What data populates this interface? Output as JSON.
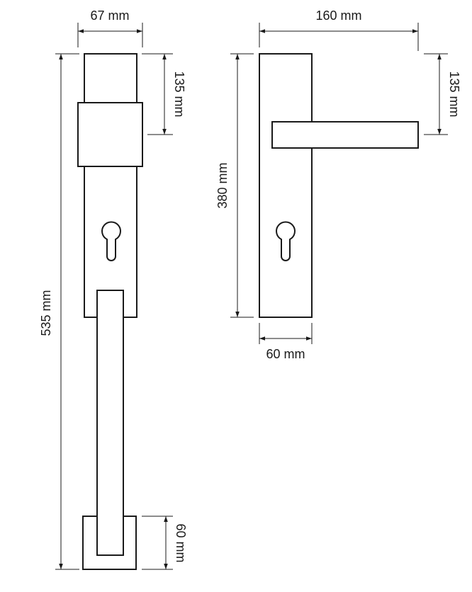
{
  "dimensions": {
    "left_width": "67 mm",
    "left_top_height": "135 mm",
    "left_total_height": "535 mm",
    "left_bottom_height": "60 mm",
    "right_width": "160 mm",
    "right_top_height": "135 mm",
    "right_plate_height": "380 mm",
    "right_plate_width": "60 mm"
  },
  "colors": {
    "line": "#1a1a1a",
    "background": "#ffffff"
  }
}
